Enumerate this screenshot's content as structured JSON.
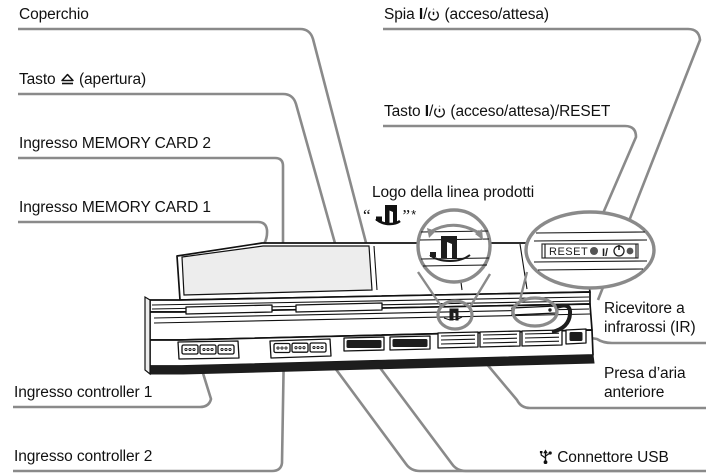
{
  "diagram": {
    "title": "PlayStation 2 console front panel callout diagram",
    "language": "it",
    "line_color": "#8a8a8a",
    "ink_color": "#111111",
    "body_color": "#ffffff",
    "shade_color": "#e9e9e9",
    "dark_color": "#1a1a1a"
  },
  "labels": {
    "coperchio": "Coperchio",
    "tasto_apertura_pre": "Tasto ",
    "tasto_apertura_post": " (apertura)",
    "memory_card_2": "Ingresso MEMORY CARD 2",
    "memory_card_1": "Ingresso MEMORY CARD 1",
    "controller_1": "Ingresso controller 1",
    "controller_2": "Ingresso controller 2",
    "spia_pre": "Spia ",
    "spia_i": "I",
    "spia_slash": "/",
    "spia_post": " (acceso/attesa)",
    "tasto_power_pre": "Tasto ",
    "tasto_power_i": "I",
    "tasto_power_slash": "/",
    "tasto_power_post": " (acceso/attesa)/RESET",
    "logo_linea": "Logo della linea prodotti",
    "logo_quote_open": "“",
    "logo_quote_close": "”",
    "logo_star": "*",
    "ricevitore_l1": "Ricevitore a",
    "ricevitore_l2": "infrarossi (IR)",
    "presa_aria_l1": "Presa d’aria",
    "presa_aria_l2": "anteriore",
    "connettore_usb": "Connettore USB"
  },
  "icons": {
    "eject": "eject-icon",
    "power_standby": "power-standby-icon",
    "power_on_bar": "power-on-bar-icon",
    "usb": "usb-icon",
    "ps_logo": "playstation-logo-icon"
  },
  "magnifiers": {
    "ps_logo_callout": {
      "name": "ps-logo-magnifier",
      "contents": "playstation-logo-icon"
    },
    "reset_callout": {
      "name": "reset-button-magnifier",
      "reset_text": "RESET",
      "power_text": "I/⏻"
    }
  },
  "console": {
    "name": "playstation-2-console",
    "controller_ports": 2,
    "controller_port_pins": 3,
    "memory_card_slots": 2,
    "usb_ports": 2,
    "vent_rows": 3,
    "ir_receiver": 1
  }
}
